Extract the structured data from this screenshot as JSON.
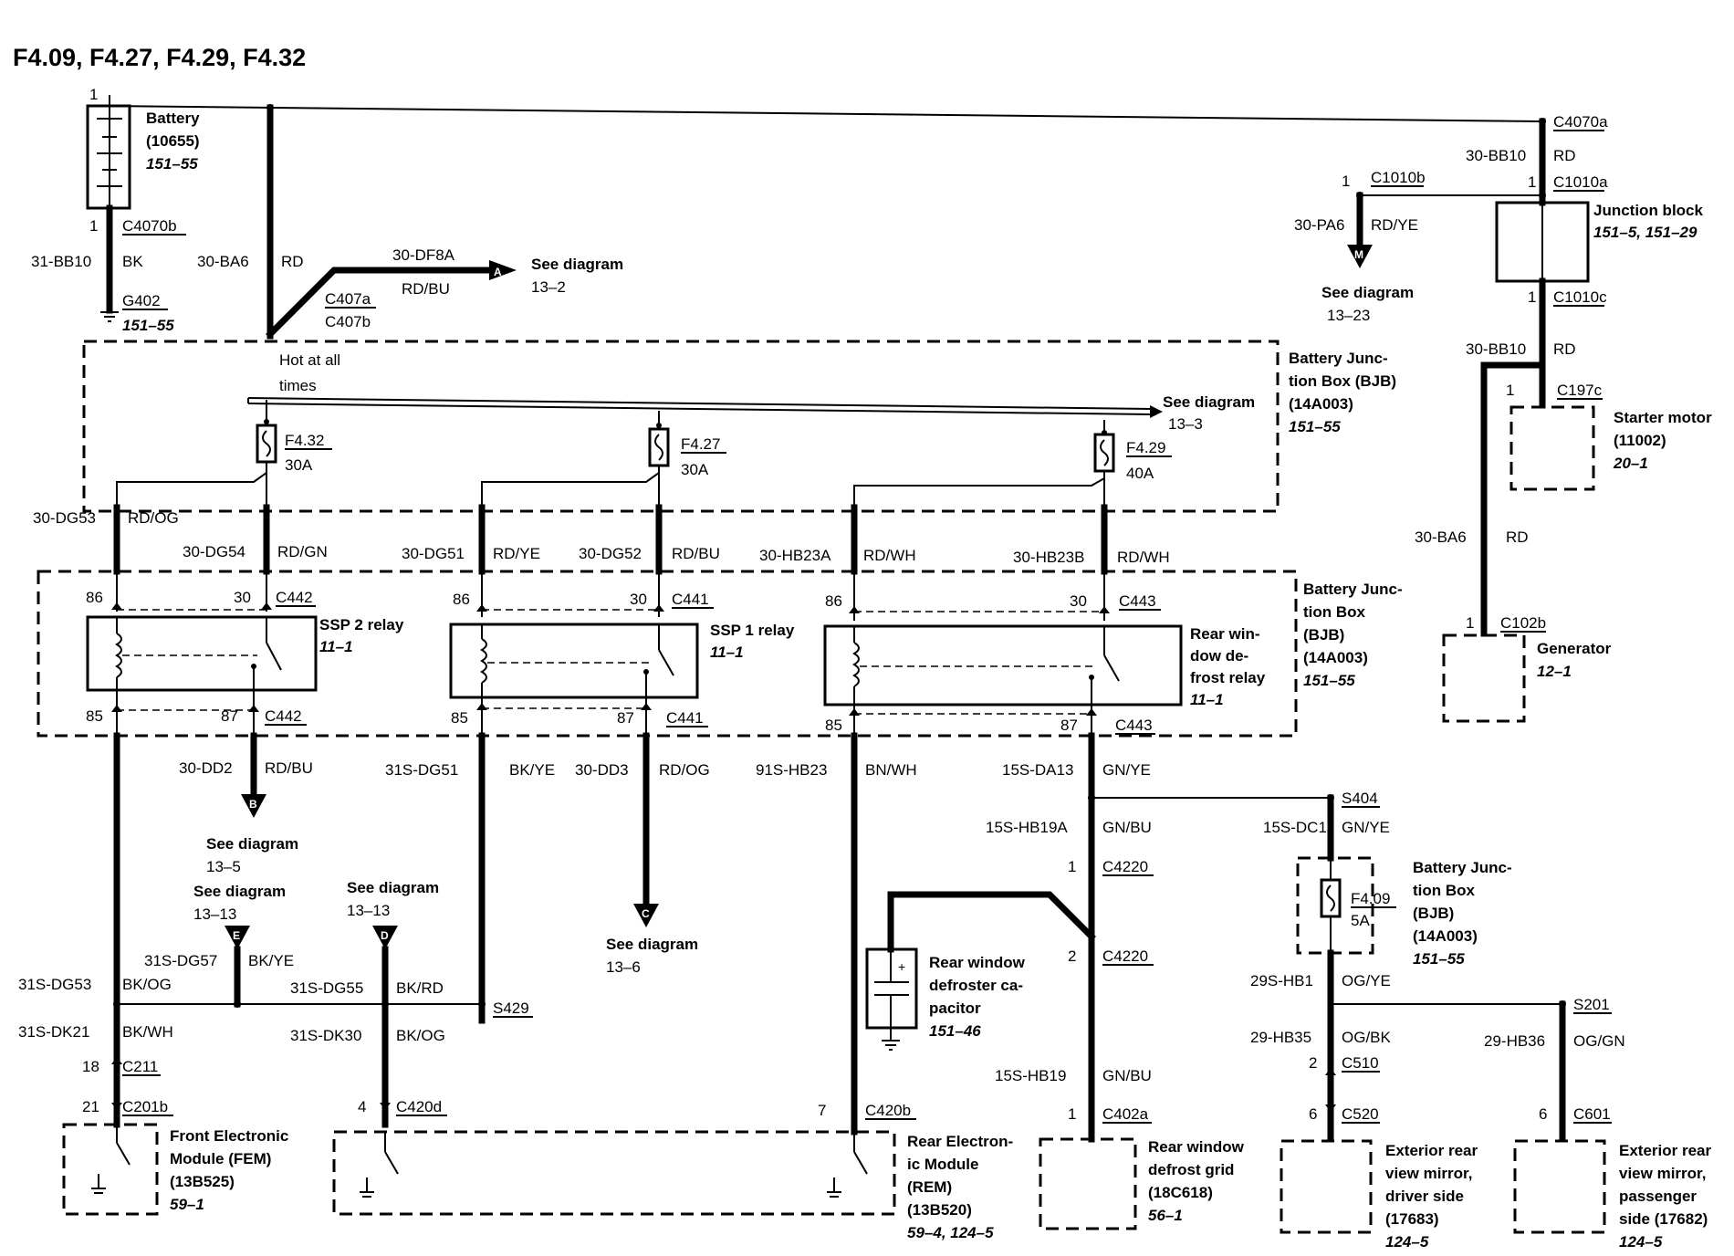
{
  "title": "F4.09, F4.27, F4.29, F4.32",
  "components": {
    "battery": {
      "name": "Battery",
      "part": "(10655)",
      "ref": "151–55"
    },
    "junction_block": {
      "name": "Junction block",
      "ref": "151–5, 151–29"
    },
    "starter": {
      "name": "Starter motor",
      "part": "(11002)",
      "ref": "20–1"
    },
    "generator": {
      "name": "Generator",
      "ref": "12–1"
    },
    "bjb_top": {
      "l1": "Battery Junc-",
      "l2": "tion Box (BJB)",
      "l3": "(14A003)",
      "ref": "151–55"
    },
    "bjb_mid": {
      "l1": "Battery Junc-",
      "l2": "tion Box",
      "l3": "(BJB)",
      "l4": "(14A003)",
      "ref": "151–55"
    },
    "bjb_small": {
      "l1": "Battery Junc-",
      "l2": "tion Box",
      "l3": "(BJB)",
      "l4": "(14A003)",
      "ref": "151–55"
    },
    "ssp2": {
      "name": "SSP 2 relay",
      "ref": "11–1"
    },
    "ssp1": {
      "name": "SSP 1 relay",
      "ref": "11–1"
    },
    "rwd_relay": {
      "l1": "Rear win-",
      "l2": "dow de-",
      "l3": "frost relay",
      "ref": "11–1"
    },
    "capacitor": {
      "l1": "Rear window",
      "l2": "defroster ca-",
      "l3": "pacitor",
      "ref": "151–46"
    },
    "fem": {
      "l1": "Front Electronic",
      "l2": "Module (FEM)",
      "l3": "(13B525)",
      "ref": "59–1"
    },
    "rem": {
      "l1": "Rear Electron-",
      "l2": "ic Module",
      "l3": "(REM)",
      "l4": "(13B520)",
      "ref": "59–4, 124–5"
    },
    "grid": {
      "l1": "Rear window",
      "l2": "defrost grid",
      "l3": "(18C618)",
      "ref": "56–1"
    },
    "mirror_driver": {
      "l1": "Exterior rear",
      "l2": "view mirror,",
      "l3": "driver side",
      "l4": "(17683)",
      "ref": "124–5"
    },
    "mirror_pass": {
      "l1": "Exterior rear",
      "l2": "view mirror,",
      "l3": "passenger",
      "l4": "side (17682)",
      "ref": "124–5"
    }
  },
  "hot_text": {
    "l1": "Hot at all",
    "l2": "times"
  },
  "fuses": {
    "f432": {
      "id": "F4.32",
      "amps": "30A"
    },
    "f427": {
      "id": "F4.27",
      "amps": "30A"
    },
    "f429": {
      "id": "F4.29",
      "amps": "40A"
    },
    "f409": {
      "id": "F4.09",
      "amps": "5A"
    }
  },
  "see": {
    "see_label": "See diagram",
    "A": {
      "letter": "A",
      "ref": "13–2"
    },
    "M": {
      "letter": "M",
      "ref": "13–23"
    },
    "bus": {
      "ref": "13–3"
    },
    "B": {
      "letter": "B",
      "ref": "13–5"
    },
    "C": {
      "letter": "C",
      "ref": "13–6"
    },
    "E": {
      "letter": "E",
      "ref": "13–13"
    },
    "D": {
      "letter": "D",
      "ref": "13–13"
    }
  },
  "connectors": {
    "C4070b": "C4070b",
    "G402": "G402",
    "C407a": "C407a",
    "C407b": "C407b",
    "C4070a": "C4070a",
    "C1010b": "C1010b",
    "C1010a": "C1010a",
    "C1010c": "C1010c",
    "C197c": "C197c",
    "C102b": "C102b",
    "C442a": "C442",
    "C442b": "C442",
    "C441a": "C441",
    "C441b": "C441",
    "C443a": "C443",
    "C443b": "C443",
    "S404": "S404",
    "C4220a": "C4220",
    "C4220b": "C4220",
    "C402a": "C402a",
    "S429": "S429",
    "C211": "C211",
    "C201b": "C201b",
    "C420d": "C420d",
    "C420b": "C420b",
    "S201": "S201",
    "C510": "C510",
    "C520": "C520",
    "C601": "C601"
  },
  "pins": {
    "p_batt_top": "1",
    "p_batt_bot": "1",
    "p_c1010b": "1",
    "p_c1010a": "1",
    "p_c1010c": "1",
    "p_c197c": "1",
    "p_c102b": "1",
    "p86a": "86",
    "p30a": "30",
    "p85a": "85",
    "p87a": "87",
    "p86b": "86",
    "p30b": "30",
    "p85b": "85",
    "p87b": "87",
    "p86c": "86",
    "p30c": "30",
    "p85c": "85",
    "p87c": "87",
    "p_c4220a": "1",
    "p_c4220b": "2",
    "p_c402a": "1",
    "p_c211": "18",
    "p_c201b": "21",
    "p_c420d": "4",
    "p_c420b": "7",
    "p_c510": "2",
    "p_c520": "6",
    "p_c601": "6"
  },
  "wires": {
    "w31bb10": {
      "circuit": "31-BB10",
      "color": "BK"
    },
    "w30ba6a": {
      "circuit": "30-BA6",
      "color": "RD"
    },
    "w30df8a": {
      "circuit": "30-DF8A",
      "color": "RD/BU"
    },
    "w30bb10a": {
      "circuit": "30-BB10",
      "color": "RD"
    },
    "w30pa6": {
      "circuit": "30-PA6",
      "color": "RD/YE"
    },
    "w30bb10b": {
      "circuit": "30-BB10",
      "color": "RD"
    },
    "w30ba6b": {
      "circuit": "30-BA6",
      "color": "RD"
    },
    "w30dg53": {
      "circuit": "30-DG53",
      "color": "RD/OG"
    },
    "w30dg54": {
      "circuit": "30-DG54",
      "color": "RD/GN"
    },
    "w30dg51": {
      "circuit": "30-DG51",
      "color": "RD/YE"
    },
    "w30dg52": {
      "circuit": "30-DG52",
      "color": "RD/BU"
    },
    "w30hb23a": {
      "circuit": "30-HB23A",
      "color": "RD/WH"
    },
    "w30hb23b": {
      "circuit": "30-HB23B",
      "color": "RD/WH"
    },
    "w30dd2": {
      "circuit": "30-DD2",
      "color": "RD/BU"
    },
    "w31sdg51": {
      "circuit": "31S-DG51",
      "color": "BK/YE"
    },
    "w30dd3": {
      "circuit": "30-DD3",
      "color": "RD/OG"
    },
    "w91shb23": {
      "circuit": "91S-HB23",
      "color": "BN/WH"
    },
    "w15sda13": {
      "circuit": "15S-DA13",
      "color": "GN/YE"
    },
    "w15shb19a": {
      "circuit": "15S-HB19A",
      "color": "GN/BU"
    },
    "w15sdc1": {
      "circuit": "15S-DC1",
      "color": "GN/YE"
    },
    "w31sdg57": {
      "circuit": "31S-DG57",
      "color": "BK/YE"
    },
    "w31sdg53": {
      "circuit": "31S-DG53",
      "color": "BK/OG"
    },
    "w31sdg55": {
      "circuit": "31S-DG55",
      "color": "BK/RD"
    },
    "w31sdk21": {
      "circuit": "31S-DK21",
      "color": "BK/WH"
    },
    "w31sdk30": {
      "circuit": "31S-DK30",
      "color": "BK/OG"
    },
    "w15shb19": {
      "circuit": "15S-HB19",
      "color": "GN/BU"
    },
    "w29shb1": {
      "circuit": "29S-HB1",
      "color": "OG/YE"
    },
    "w29hb35": {
      "circuit": "29-HB35",
      "color": "OG/BK"
    },
    "w29hb36": {
      "circuit": "29-HB36",
      "color": "OG/GN"
    }
  }
}
